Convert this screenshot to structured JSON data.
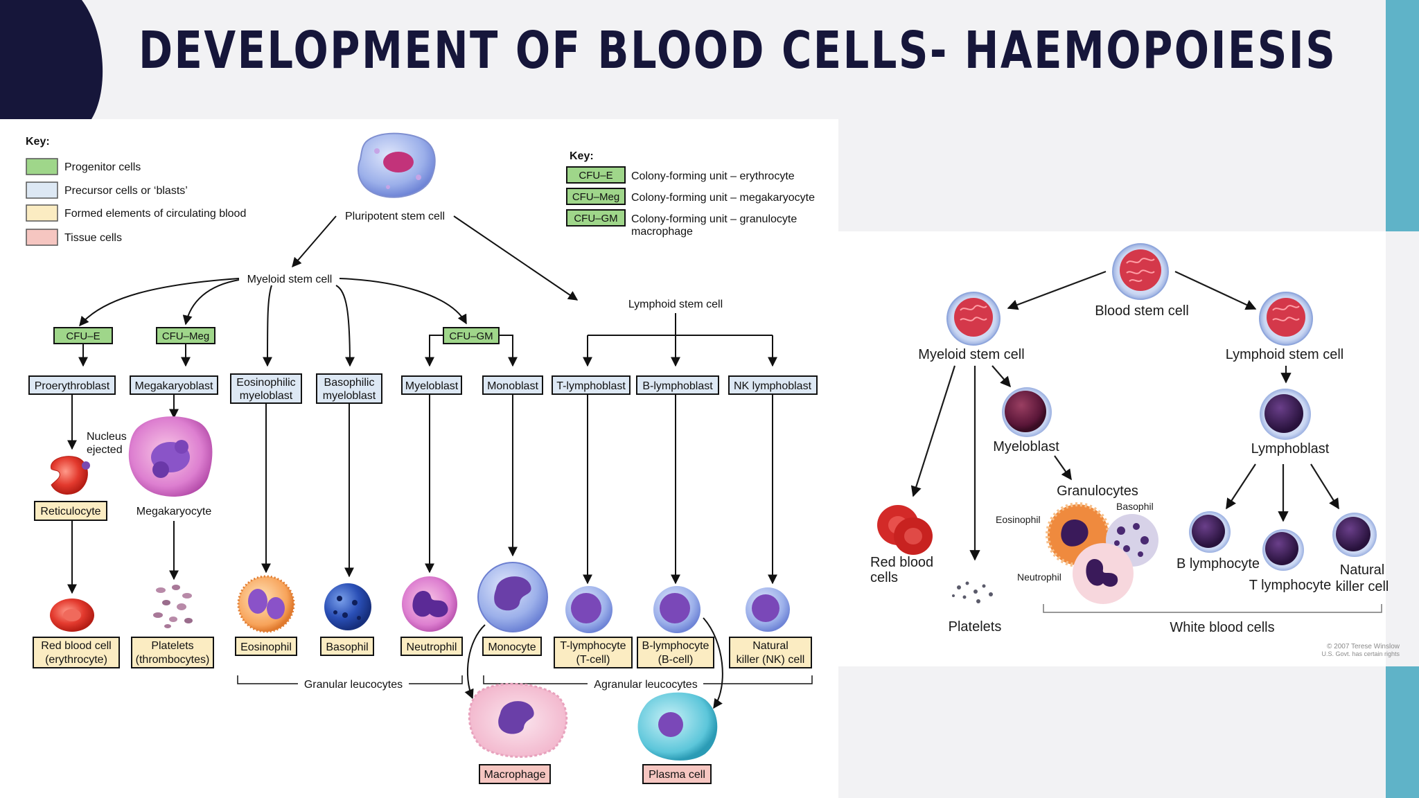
{
  "slide": {
    "title": "DEVELOPMENT OF BLOOD CELLS- HAEMOPOIESIS"
  },
  "left_diagram": {
    "key_a": {
      "heading": "Key:",
      "items": [
        {
          "label": "Progenitor cells",
          "color": "#9fd68a"
        },
        {
          "label": "Precursor cells or ‘blasts’",
          "color": "#dde8f4"
        },
        {
          "label": "Formed elements of circulating blood",
          "color": "#fbecc2"
        },
        {
          "label": "Tissue cells",
          "color": "#f6c6c1"
        }
      ]
    },
    "key_b": {
      "heading": "Key:",
      "items": [
        {
          "code": "CFU–E",
          "text": "Colony-forming unit – erythrocyte"
        },
        {
          "code": "CFU–Meg",
          "text": "Colony-forming unit – megakaryocyte"
        },
        {
          "code": "CFU–GM",
          "text": "Colony-forming unit – granulocyte",
          "text2": "macrophage"
        }
      ]
    },
    "pluripotent": "Pluripotent stem cell",
    "myeloid_stem": "Myeloid stem cell",
    "lymphoid_stem": "Lymphoid stem cell",
    "cfu_e": "CFU–E",
    "cfu_meg": "CFU–Meg",
    "cfu_gm": "CFU–GM",
    "blasts": {
      "proerythroblast": "Proerythroblast",
      "megakaryoblast": "Megakaryoblast",
      "eos_1": "Eosinophilic",
      "eos_2": "myeloblast",
      "baso_1": "Basophilic",
      "baso_2": "myeloblast",
      "myeloblast": "Myeloblast",
      "monoblast": "Monoblast",
      "t_lymphoblast": "T-lymphoblast",
      "b_lymphoblast": "B-lymphoblast",
      "nk_lymphoblast": "NK lymphoblast"
    },
    "nucleus_1": "Nucleus",
    "nucleus_2": "ejected",
    "reticulocyte": "Reticulocyte",
    "megakaryocyte": "Megakaryocyte",
    "formed": {
      "rbc_1": "Red blood cell",
      "rbc_2": "(erythrocyte)",
      "plt_1": "Platelets",
      "plt_2": "(thrombocytes)",
      "eosinophil": "Eosinophil",
      "basophil": "Basophil",
      "neutrophil": "Neutrophil",
      "monocyte": "Monocyte",
      "tcell_1": "T-lymphocyte",
      "tcell_2": "(T-cell)",
      "bcell_1": "B-lymphocyte",
      "bcell_2": "(B-cell)",
      "nk_1": "Natural",
      "nk_2": "killer (NK) cell"
    },
    "granular": "Granular leucocytes",
    "agranular": "Agranular leucocytes",
    "macrophage": "Macrophage",
    "plasma_cell": "Plasma cell"
  },
  "right_diagram": {
    "blood_stem": "Blood stem cell",
    "myeloid_stem": "Myeloid stem cell",
    "lymphoid_stem": "Lymphoid stem cell",
    "myeloblast": "Myeloblast",
    "lymphoblast": "Lymphoblast",
    "granulocytes": "Granulocytes",
    "eosinophil": "Eosinophil",
    "basophil": "Basophil",
    "neutrophil": "Neutrophil",
    "rbc_1": "Red blood",
    "rbc_2": "cells",
    "platelets": "Platelets",
    "b_lymph": "B lymphocyte",
    "t_lymph": "T lymphocyte",
    "nk_1": "Natural",
    "nk_2": "killer cell",
    "wbc": "White blood cells",
    "copyright_1": "© 2007 Terese Winslow",
    "copyright_2": "U.S. Govt. has certain rights"
  }
}
